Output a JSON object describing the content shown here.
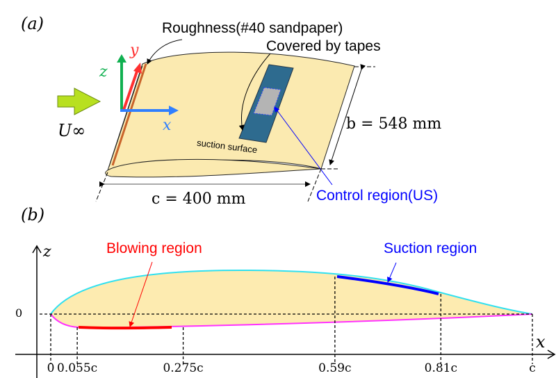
{
  "panel_a": {
    "label": "(a)",
    "roughness_label": "Roughness(#40 sandpaper)",
    "tapes_label": "Covered by tapes",
    "suction_surface_label": "suction surface",
    "span_label": "b = 548 mm",
    "chord_label": "c = 400 mm",
    "control_label": "Control region(US)",
    "freestream_label": "U∞",
    "axis_x": "x",
    "axis_y": "y",
    "axis_z": "z",
    "colors": {
      "wing": "#fbeab0",
      "tape": "#2e6b8f",
      "control": "#b4b4b4",
      "control_text": "#0000ff",
      "axis_x": "#2f7fff",
      "axis_y": "#ff3030",
      "axis_z": "#10b050",
      "flow_arrow": "#b8e020"
    }
  },
  "panel_b": {
    "label": "(b)",
    "axis_z": "z",
    "axis_x": "x",
    "zero_label": "0",
    "blowing_label": "Blowing region",
    "suction_label": "Suction region",
    "ticks": [
      {
        "label": "0",
        "pos": 0
      },
      {
        "label": "0.055c",
        "pos": 0.055
      },
      {
        "label": "0.275c",
        "pos": 0.275
      },
      {
        "label": "0.59c",
        "pos": 0.59
      },
      {
        "label": "0.81c",
        "pos": 0.81
      },
      {
        "label": "c",
        "pos": 1.0
      }
    ],
    "blowing_range": [
      0.055,
      0.275
    ],
    "suction_range": [
      0.59,
      0.81
    ],
    "colors": {
      "fill": "#fdebb0",
      "upper": "#30e0f0",
      "lower": "#ff30ff",
      "blowing": "#ff0000",
      "suction": "#0000ff"
    }
  }
}
